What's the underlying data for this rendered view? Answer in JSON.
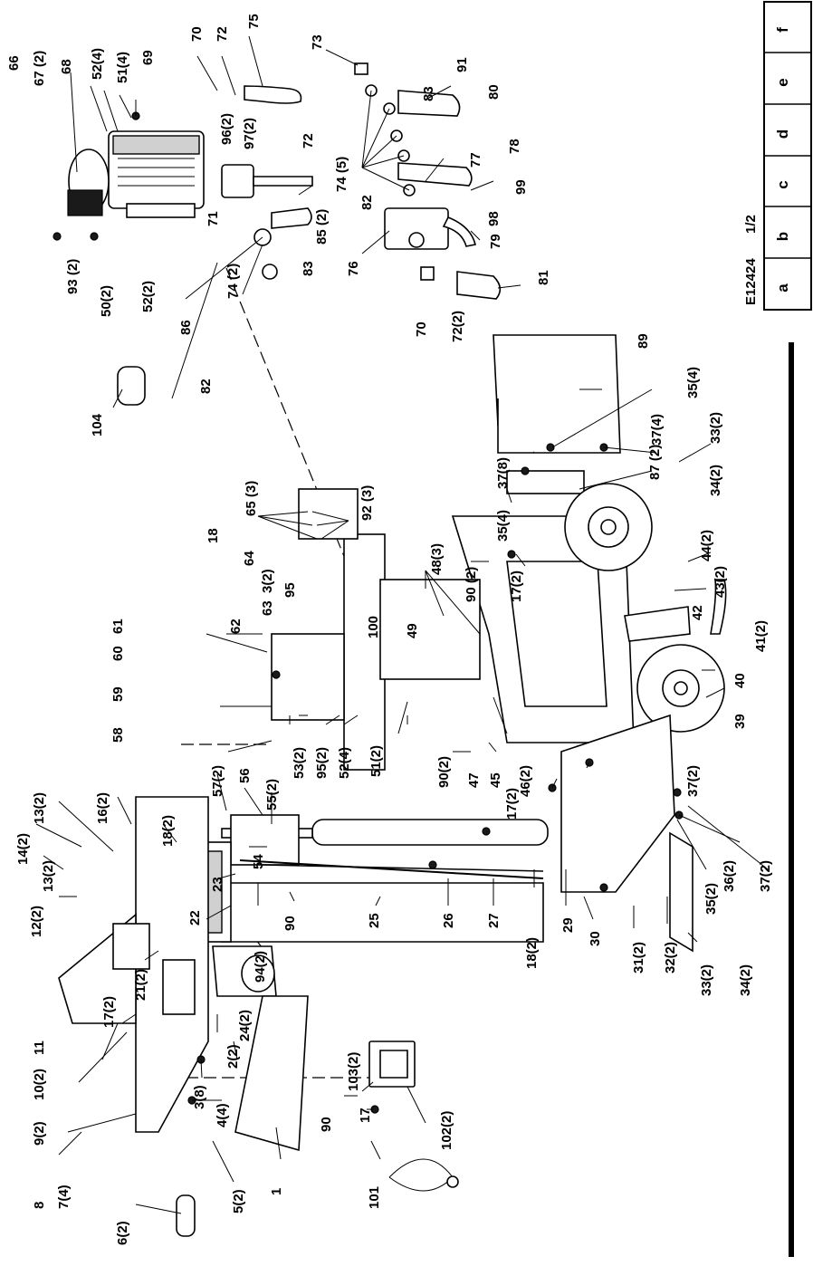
{
  "drawing": {
    "code": "E12424",
    "sheet": "1/2",
    "revision_table": [
      "a",
      "b",
      "c",
      "d",
      "e",
      "f"
    ]
  },
  "labels": [
    "66",
    "67 (2)",
    "68",
    "52(4)",
    "51(4)",
    "69",
    "70",
    "72",
    "75",
    "73",
    "83",
    "91",
    "80",
    "96(2)",
    "97(2)",
    "72",
    "74 (5)",
    "77",
    "78",
    "99",
    "82",
    "98",
    "71",
    "85 (2)",
    "76",
    "79",
    "93 (2)",
    "50(2)",
    "52(2)",
    "74 (2)",
    "83",
    "70",
    "72(2)",
    "81",
    "86",
    "82",
    "104",
    "89",
    "35(4)",
    "37(4)",
    "87 (2)",
    "33(2)",
    "37(8)",
    "35(4)",
    "34(2)",
    "65 (3)",
    "92 (3)",
    "64",
    "95",
    "63",
    "3(2)",
    "48(3)",
    "90 (2)",
    "17(2)",
    "44(2)",
    "43(2)",
    "18",
    "61",
    "62",
    "60",
    "59",
    "58",
    "100",
    "49",
    "42",
    "41(2)",
    "40",
    "39",
    "53(2)",
    "95(2)",
    "52(4)",
    "51(2)",
    "90(2)",
    "47",
    "45",
    "46(2)",
    "17(2)",
    "37(2)",
    "57(2)",
    "56",
    "55(2)",
    "16(2)",
    "13(2)",
    "14(2)",
    "18(2)",
    "13(2)",
    "12(2)",
    "54",
    "23",
    "22",
    "90",
    "94(2)",
    "25",
    "26",
    "27",
    "18(2)",
    "29",
    "30",
    "31(2)",
    "32(2)",
    "33(2)",
    "34(2)",
    "35(2)",
    "36(2)",
    "37(2)",
    "17(2)",
    "21(2)",
    "11",
    "10(2)",
    "9(2)",
    "24(2)",
    "2(2)",
    "103(2)",
    "3(8)",
    "4(4)",
    "1",
    "90",
    "17",
    "102(2)",
    "8",
    "7(4)",
    "5(2)",
    "6(2)",
    "101"
  ]
}
